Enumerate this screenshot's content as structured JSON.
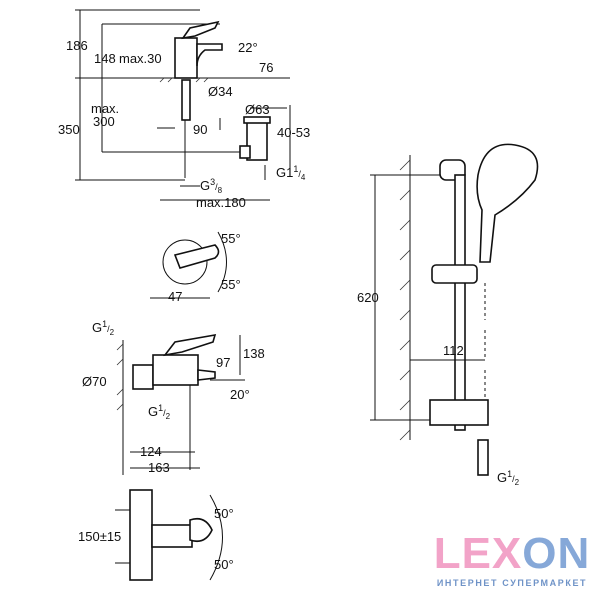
{
  "basin_mixer": {
    "dims": [
      "186",
      "148",
      "max.30",
      "22°",
      "76",
      "Ø34",
      "max.",
      "300",
      "350",
      "90",
      "Ø63",
      "40-53",
      "G1",
      "1",
      "4",
      "G",
      "3",
      "8",
      "max.180"
    ]
  },
  "lever_top_view": {
    "dims": [
      "55°",
      "47",
      "55°"
    ]
  },
  "bath_mixer": {
    "dims": [
      "G",
      "1",
      "2",
      "138",
      "97",
      "Ø70",
      "20°",
      "G",
      "1",
      "2",
      "124",
      "163"
    ]
  },
  "bath_mixer_front": {
    "dims": [
      "50°",
      "150±15",
      "50°"
    ]
  },
  "shower_rail": {
    "dims": [
      "620",
      "112",
      "G",
      "1",
      "2"
    ]
  },
  "logo": {
    "part1": "LEX",
    "part2": "O",
    "part3": "N",
    "tagline": "ИНТЕРНЕТ СУПЕРМАРКЕТ",
    "color_pink": "#f2a3c8",
    "color_blue": "#86a8d8"
  }
}
